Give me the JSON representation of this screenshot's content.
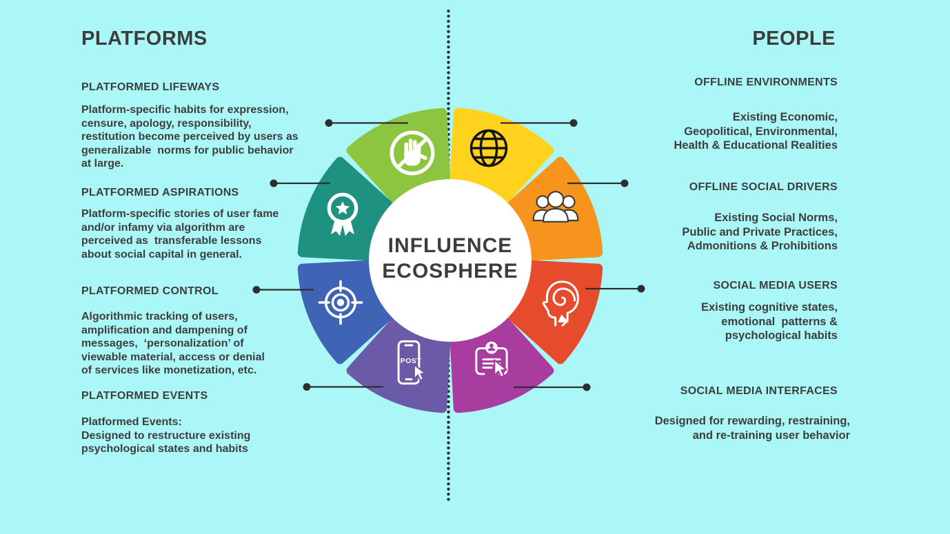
{
  "colors": {
    "background": "#ABF7F8",
    "text": "#3D3D3D",
    "connector": "#2E2E2E",
    "center_circle": "#FFFFFF"
  },
  "center": {
    "line1": "INFLUENCE",
    "line2": "ECOSPHERE"
  },
  "left": {
    "title": "PLATFORMS",
    "sections": [
      {
        "heading": "PLATFORMED LIFEWAYS",
        "body": "Platform-specific habits for expression,\ncensure, apology, responsibility,\nrestitution become perceived by users as\ngeneralizable  norms for public behavior\nat large."
      },
      {
        "heading": "PLATFORMED ASPIRATIONS",
        "body": "Platform-specific stories of user fame\nand/or infamy via algorithm are\nperceived as  transferable lessons\nabout social capital in general."
      },
      {
        "heading": "PLATFORMED CONTROL",
        "body": "Algorithmic tracking of users,\namplification and dampening of\nmessages,  ‘personalization’ of\nviewable material, access or denial\nof services like monetization, etc."
      },
      {
        "heading": "PLATFORMED EVENTS",
        "body": "Platformed Events:\nDesigned to restructure existing\npsychological states and habits"
      }
    ]
  },
  "right": {
    "title": "PEOPLE",
    "sections": [
      {
        "heading": "OFFLINE ENVIRONMENTS",
        "body": "Existing Economic,\nGeopolitical, Environmental,\nHealth & Educational Realities"
      },
      {
        "heading": "OFFLINE SOCIAL DRIVERS",
        "body": "Existing Social Norms,\nPublic and Private Practices,\nAdmonitions & Prohibitions"
      },
      {
        "heading": "SOCIAL MEDIA USERS",
        "body": "Existing cognitive states,\nemotional  patterns &\npsychological habits"
      },
      {
        "heading": "SOCIAL MEDIA INTERFACES",
        "body": "Designed for rewarding, restraining,\nand re-training user behavior"
      }
    ]
  },
  "wheel": {
    "post_label": "POST",
    "segments": [
      {
        "name": "restricted-behavior",
        "icon": "no-hand-icon",
        "color": "#8CC640"
      },
      {
        "name": "global-network",
        "icon": "globe-icon",
        "color": "#FFD21E"
      },
      {
        "name": "social-groups",
        "icon": "people-group-icon",
        "color": "#F7941E"
      },
      {
        "name": "cognition",
        "icon": "head-spiral-icon",
        "color": "#E64B2C"
      },
      {
        "name": "profile-content",
        "icon": "profile-card-cursor-icon",
        "color": "#A83C9F"
      },
      {
        "name": "posting",
        "icon": "phone-post-cursor-icon",
        "color": "#6A5AA8"
      },
      {
        "name": "targeting",
        "icon": "target-icon",
        "color": "#3F64B5"
      },
      {
        "name": "rewards",
        "icon": "award-ribbon-icon",
        "color": "#1F9180"
      }
    ]
  }
}
